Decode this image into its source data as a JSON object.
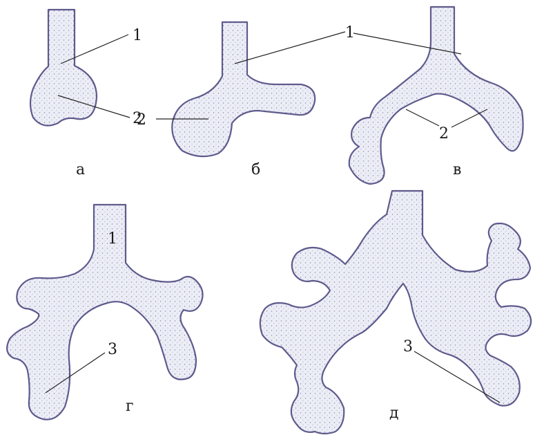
{
  "figure": {
    "stage_labels": [
      "а",
      "б",
      "в",
      "г",
      "д"
    ],
    "callouts": {
      "trachea": "1",
      "lung_bud": "2",
      "bronchi": "3"
    },
    "colors": {
      "outline": "#5e5a8c",
      "stipple": "#7d6e9c",
      "fill": "#e9eaf3",
      "text": "#1a1a1a"
    }
  }
}
